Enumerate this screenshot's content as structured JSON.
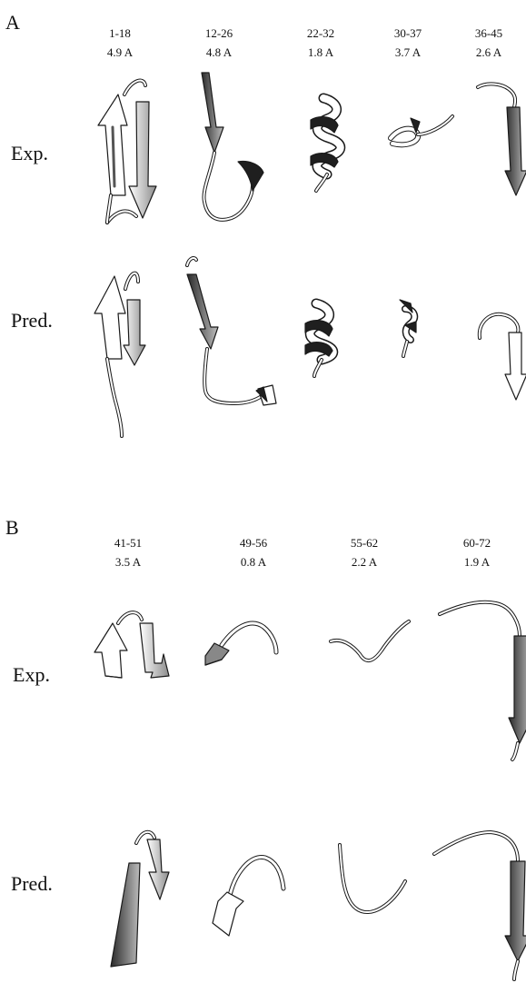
{
  "panel_a": {
    "letter": "A",
    "row_exp": "Exp.",
    "row_pred": "Pred.",
    "fragments": [
      {
        "range": "1-18",
        "rmsd": "4.9 A",
        "exp_structure": "beta-hairpin",
        "pred_structure": "beta-hairpin"
      },
      {
        "range": "12-26",
        "rmsd": "4.8 A",
        "exp_structure": "strand-loop-turn",
        "pred_structure": "strand-loop-turn"
      },
      {
        "range": "22-32",
        "rmsd": "1.8 A",
        "exp_structure": "alpha-helix",
        "pred_structure": "alpha-helix"
      },
      {
        "range": "30-37",
        "rmsd": "3.7 A",
        "exp_structure": "short-helix-turn",
        "pred_structure": "short-helix"
      },
      {
        "range": "36-45",
        "rmsd": "2.6 A",
        "exp_structure": "strand",
        "pred_structure": "hook-strand"
      }
    ]
  },
  "panel_b": {
    "letter": "B",
    "row_exp": "Exp.",
    "row_pred": "Pred.",
    "fragments": [
      {
        "range": "41-51",
        "rmsd": "3.5 A",
        "exp_structure": "beta-hairpin",
        "pred_structure": "beta-hairpin"
      },
      {
        "range": "49-56",
        "rmsd": "0.8 A",
        "exp_structure": "arrow-arc",
        "pred_structure": "arrow-arc"
      },
      {
        "range": "55-62",
        "rmsd": "2.2 A",
        "exp_structure": "coil",
        "pred_structure": "coil"
      },
      {
        "range": "60-72",
        "rmsd": "1.9 A",
        "exp_structure": "loop-strand",
        "pred_structure": "loop-strand"
      }
    ]
  },
  "colors": {
    "ribbon_fill": "#ffffff",
    "ribbon_edge": "#1a1a1a",
    "ribbon_dark": "#1f1f1f",
    "ribbon_shade": "#9a9a9a"
  }
}
